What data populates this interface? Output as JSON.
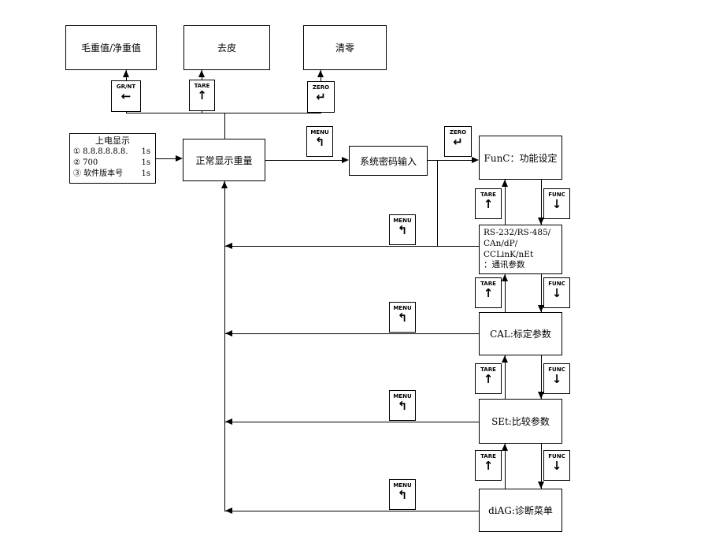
{
  "boxes": {
    "gross": "毛重值/净重值",
    "tare_action": "去皮",
    "zero_action": "清零",
    "normal": "正常显示重量",
    "password": "系统密码输入",
    "func_setting": "FunC：功能设定",
    "comm": {
      "line1": "RS-232/RS-485/",
      "line2": "CAn/dP/",
      "line3": "CCLinK/nEt",
      "line4": "：通讯参数"
    },
    "cal": "CAL:标定参数",
    "set": "SEt:比较参数",
    "diag": "diAG:诊断菜单"
  },
  "power_on": {
    "title": "上电显示",
    "rows": [
      {
        "num": "①",
        "text": "8.8.8.8.8.8.",
        "time": "1s"
      },
      {
        "num": "②",
        "text": "700",
        "time": "1s"
      },
      {
        "num": "③",
        "text": "软件版本号",
        "time": "1s"
      }
    ]
  },
  "keys": {
    "grnt": {
      "label": "GR/NT",
      "glyph": "←"
    },
    "tare": {
      "label": "TARE",
      "glyph": "↑"
    },
    "zero": {
      "label": "ZERO",
      "glyph": "↵"
    },
    "menu": {
      "label": "MENU",
      "glyph": "↰"
    },
    "func": {
      "label": "FUNC",
      "glyph": "↓"
    }
  },
  "colors": {
    "line": "#000000",
    "background": "#ffffff"
  }
}
